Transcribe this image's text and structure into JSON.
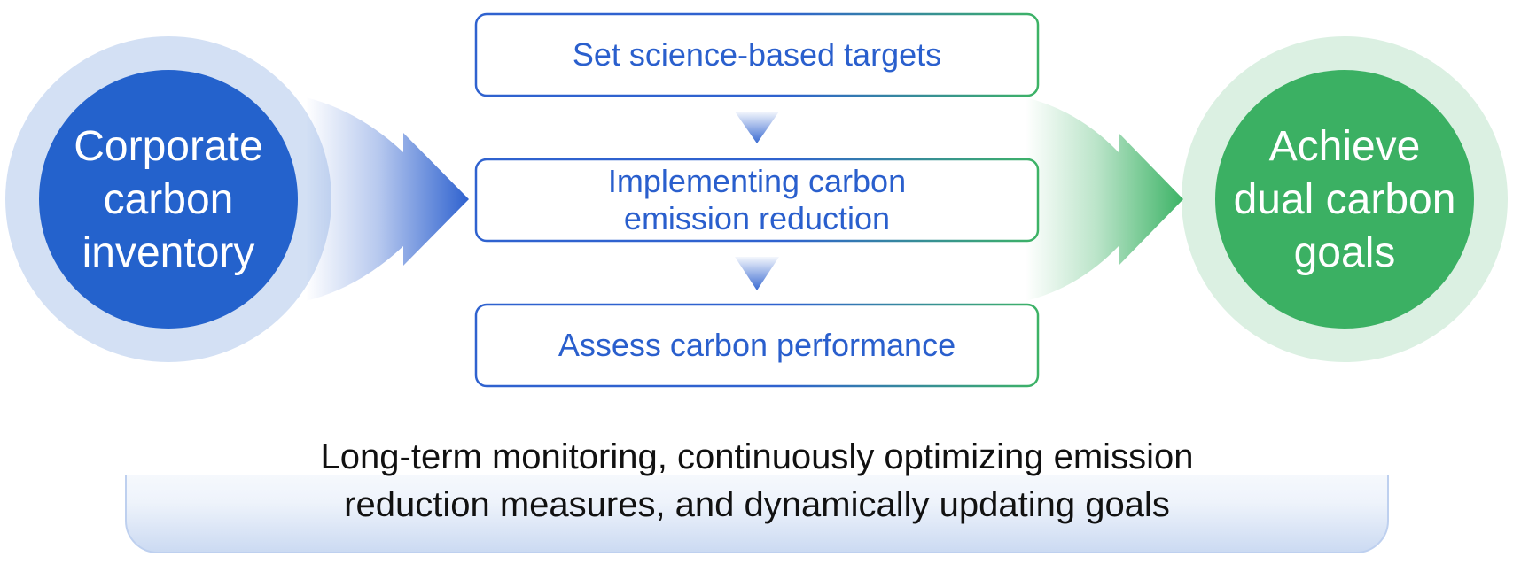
{
  "source": {
    "label": "Corporate\ncarbon\ninventory",
    "color": "#2462cc",
    "halo_color": "#d3e0f4"
  },
  "steps": [
    {
      "label": "Set science-based targets"
    },
    {
      "label": "Implementing carbon\nemission reduction"
    },
    {
      "label": "Assess carbon performance"
    }
  ],
  "goal": {
    "label": "Achieve\ndual carbon\ngoals",
    "color": "#3bb063",
    "halo_color": "#dbf0e2"
  },
  "footer": {
    "text": "Long-term monitoring, continuously optimizing emission\nreduction  measures, and dynamically updating goals"
  },
  "colors": {
    "step_text": "#2a5fcd",
    "blue_accent": "#2f62cf",
    "green_accent": "#3db366"
  }
}
